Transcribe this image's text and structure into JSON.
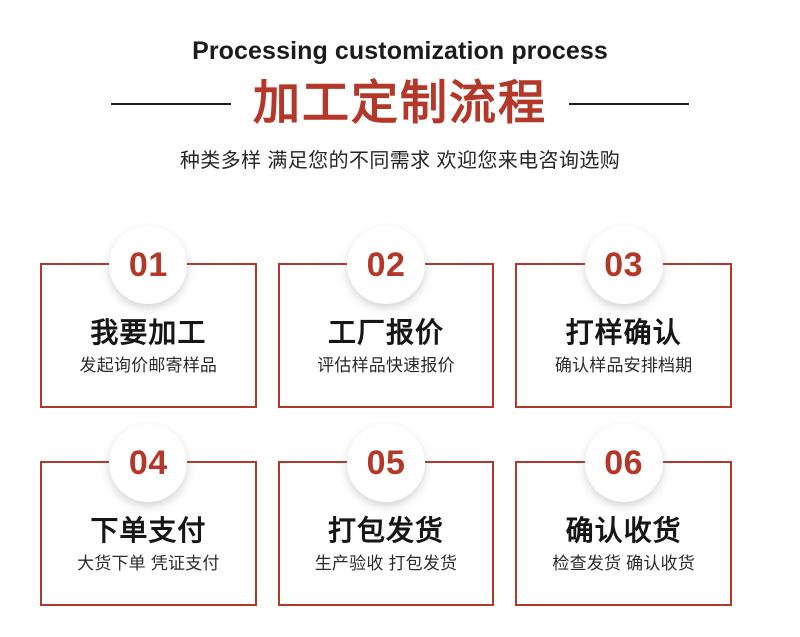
{
  "header": {
    "english_title": "Processing customization process",
    "chinese_title": "加工定制流程",
    "subtitle": "种类多样 满足您的不同需求 欢迎您来电咨询选购"
  },
  "theme": {
    "accent_red": "#b4382a",
    "text_dark": "#161616",
    "background": "#ffffff"
  },
  "steps": [
    {
      "number": "01",
      "title": "我要加工",
      "subtitle": "发起询价邮寄样品"
    },
    {
      "number": "02",
      "title": "工厂报价",
      "subtitle": "评估样品快速报价"
    },
    {
      "number": "03",
      "title": "打样确认",
      "subtitle": "确认样品安排档期"
    },
    {
      "number": "04",
      "title": "下单支付",
      "subtitle": "大货下单 凭证支付"
    },
    {
      "number": "05",
      "title": "打包发货",
      "subtitle": "生产验收 打包发货"
    },
    {
      "number": "06",
      "title": "确认收货",
      "subtitle": "检查发货 确认收货"
    }
  ]
}
